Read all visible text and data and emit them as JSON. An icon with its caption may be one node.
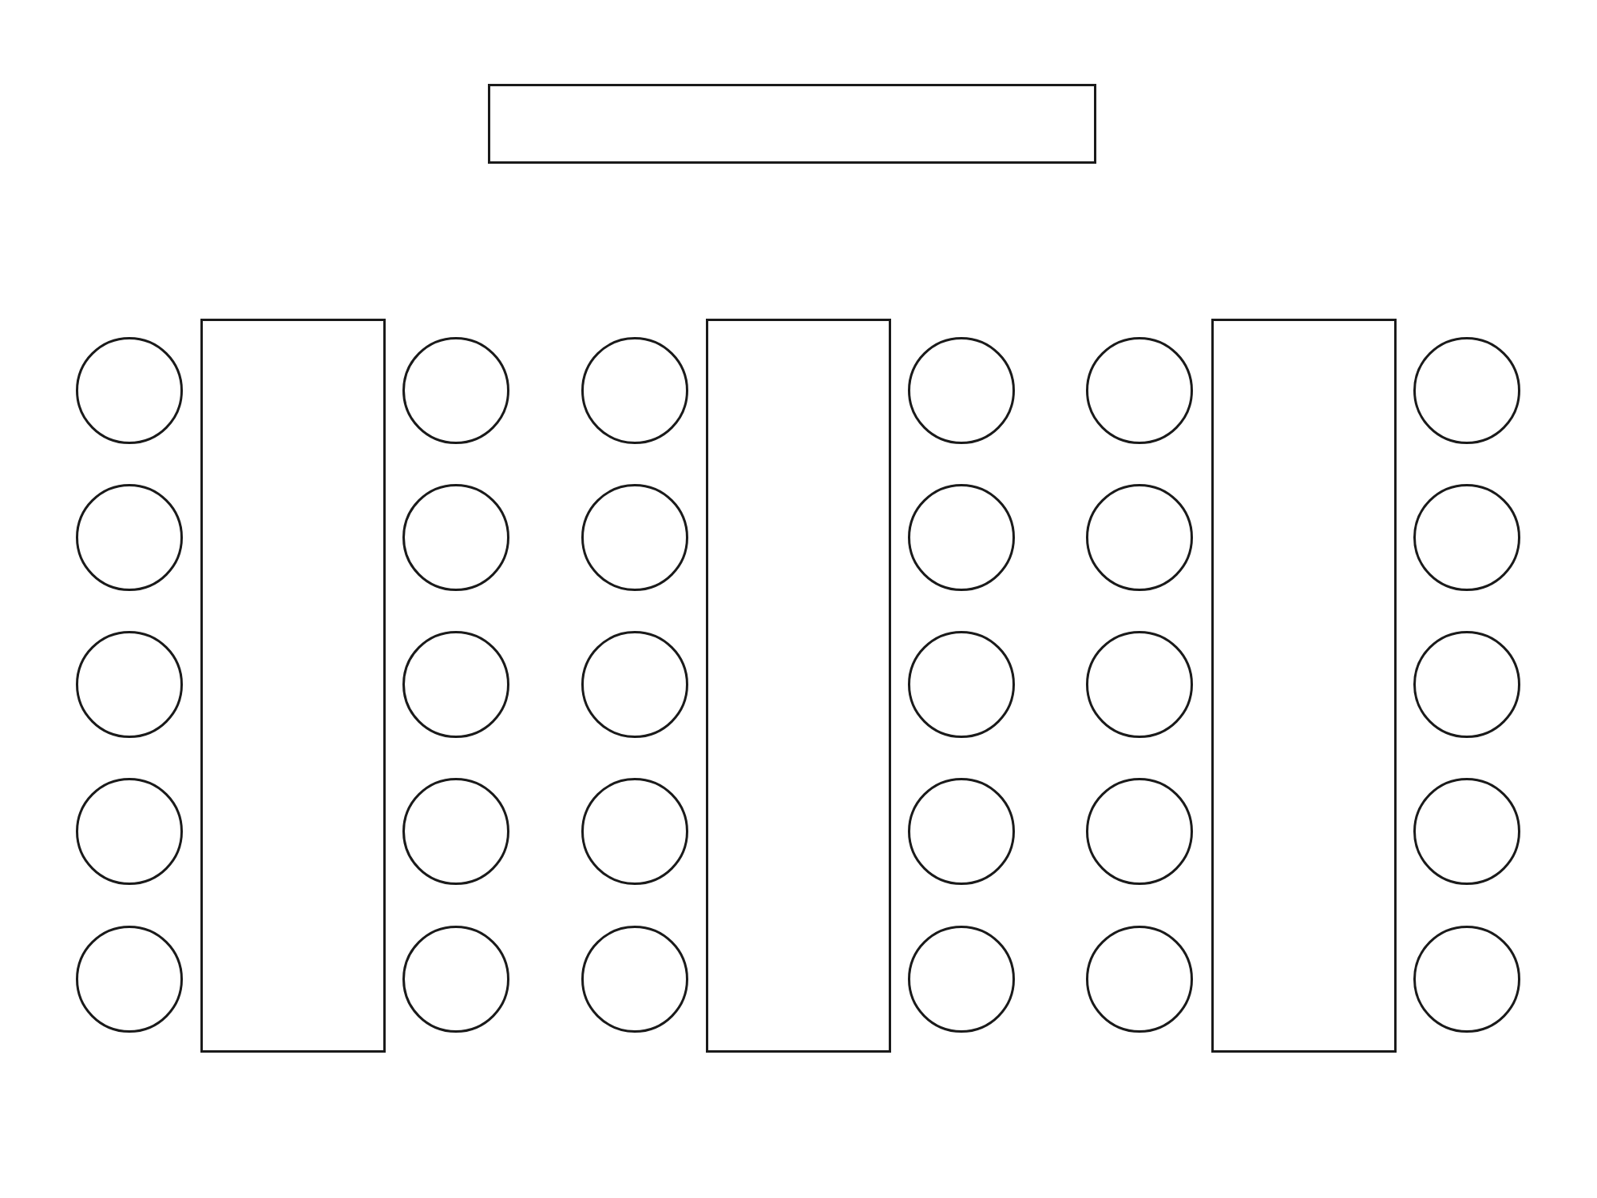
{
  "diagram": {
    "nodes": [
      {
        "text": [],
        "shape": "box"
      },
      {
        "text": [],
        "shape": "box"
      },
      {
        "text": [],
        "shape": "box"
      },
      {
        "text": [],
        "shape": "box"
      },
      {
        "text": [],
        "shape": "circle"
      },
      {
        "text": [],
        "shape": "circle"
      },
      {
        "text": [],
        "shape": "circle"
      },
      {
        "text": [],
        "shape": "circle"
      },
      {
        "text": [],
        "shape": "circle"
      },
      {
        "text": [],
        "shape": "circle"
      },
      {
        "text": [],
        "shape": "circle"
      },
      {
        "text": [],
        "shape": "circle"
      },
      {
        "text": [],
        "shape": "circle"
      },
      {
        "text": [],
        "shape": "circle"
      },
      {
        "text": [],
        "shape": "circle"
      },
      {
        "text": [],
        "shape": "circle"
      },
      {
        "text": [],
        "shape": "circle"
      },
      {
        "text": [],
        "shape": "circle"
      },
      {
        "text": [],
        "shape": "circle"
      },
      {
        "text": [],
        "shape": "circle"
      },
      {
        "text": [],
        "shape": "circle"
      },
      {
        "text": [],
        "shape": "circle"
      },
      {
        "text": [],
        "shape": "circle"
      },
      {
        "text": [],
        "shape": "circle"
      },
      {
        "text": [],
        "shape": "circle"
      },
      {
        "text": [],
        "shape": "circle"
      },
      {
        "text": [],
        "shape": "circle"
      },
      {
        "text": [],
        "shape": "circle"
      },
      {
        "text": [],
        "shape": "circle"
      },
      {
        "text": [],
        "shape": "circle"
      },
      {
        "text": [],
        "shape": "circle"
      },
      {
        "text": [],
        "shape": "circle"
      },
      {
        "text": [],
        "shape": "circle"
      },
      {
        "text": [],
        "shape": "circle"
      }
    ],
    "edges": []
  }
}
